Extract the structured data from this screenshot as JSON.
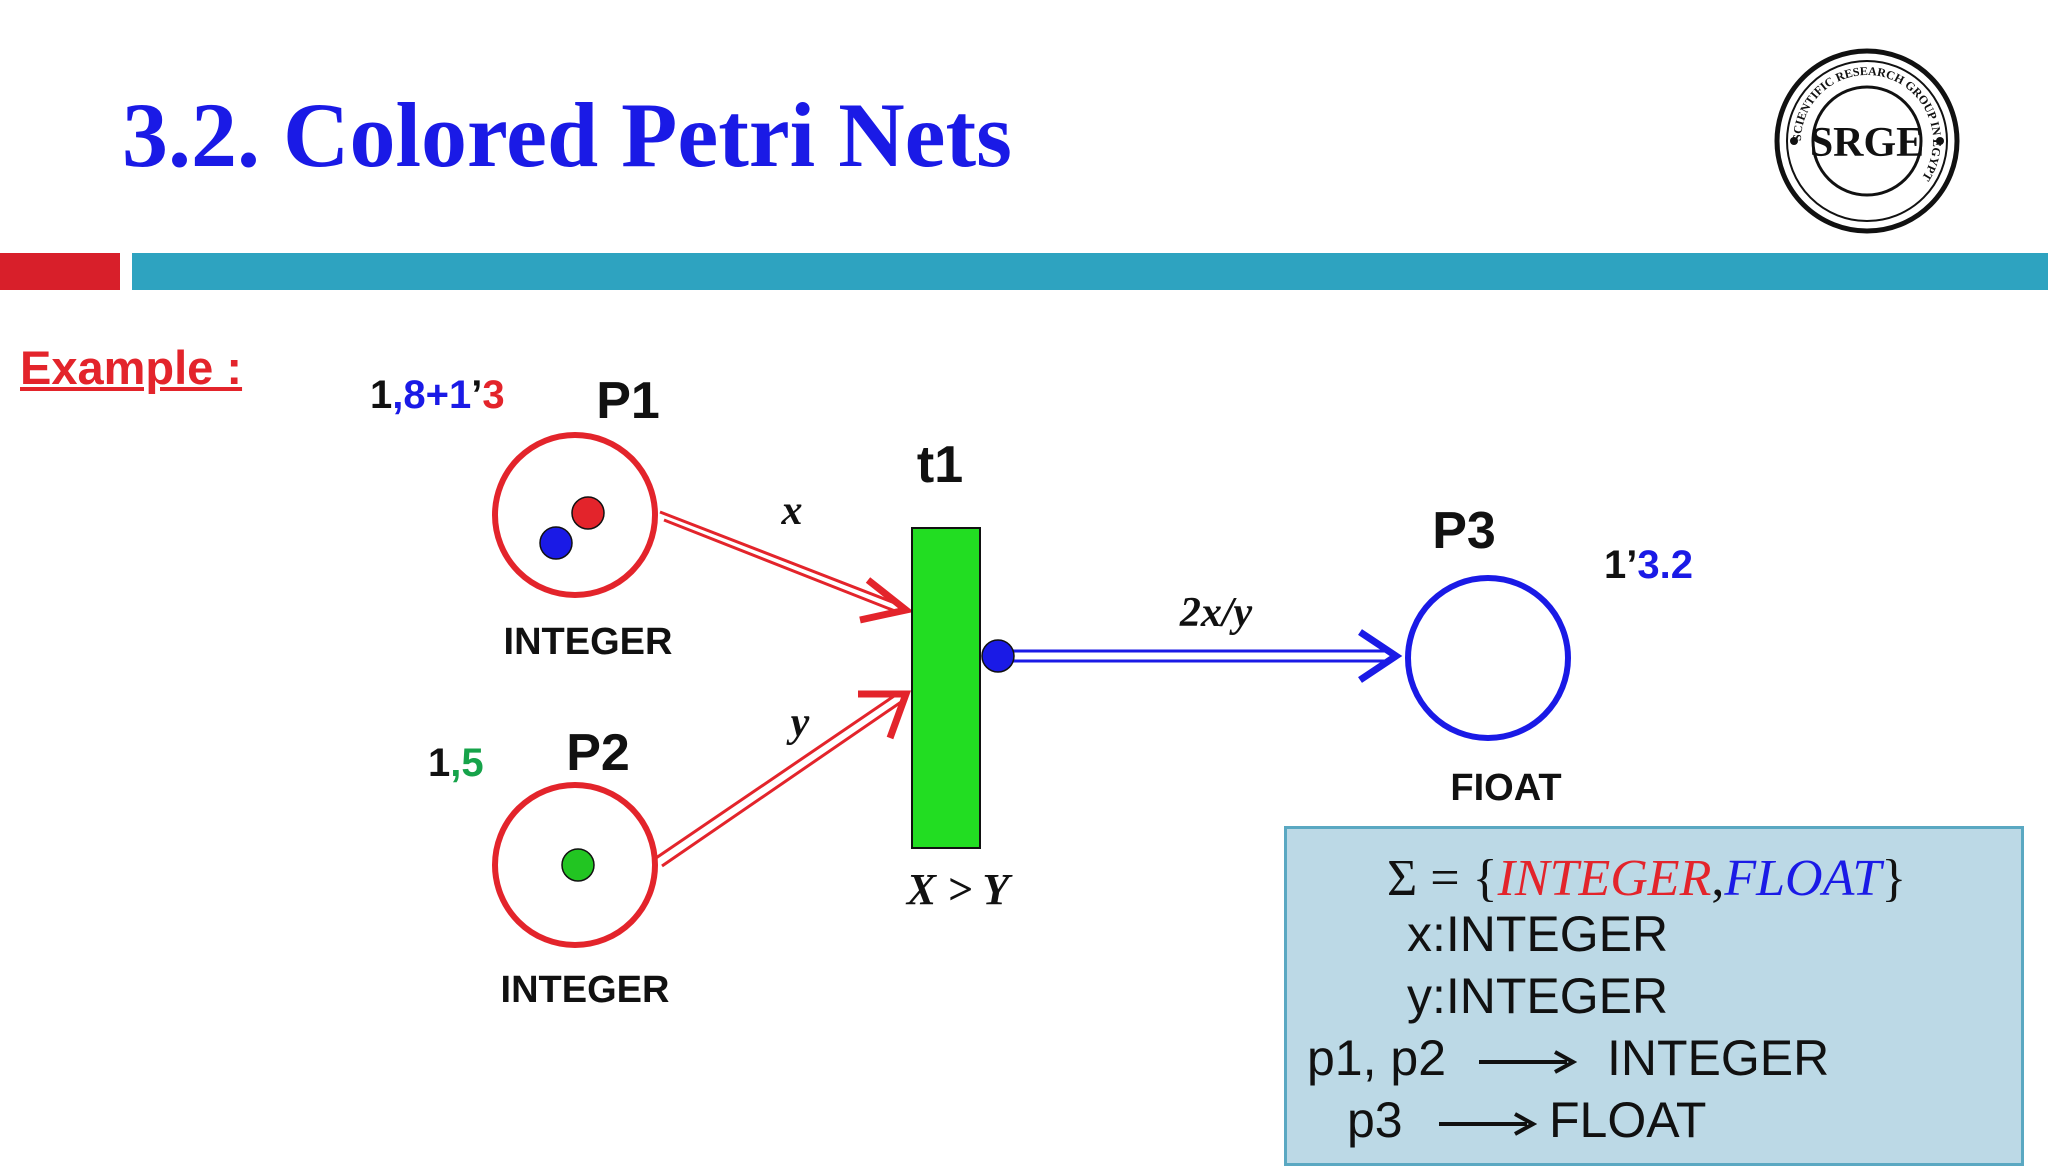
{
  "slide": {
    "title": "3.2. Colored Petri Nets",
    "logo_text": "SRGE",
    "logo_ring_text": "SCIENTIFIC RESEARCH GROUP IN EGYPT",
    "example_label": "Example :"
  },
  "petri_net": {
    "places": [
      {
        "id": "P1",
        "label": "P1",
        "type_label": "INTEGER",
        "marking": [
          {
            "text": "1",
            "color": "#111111"
          },
          {
            "text": ",8+1",
            "color": "#1a1ae6"
          },
          {
            "text": "’",
            "color": "#111111"
          },
          {
            "text": "3",
            "color": "#e3242b"
          }
        ],
        "tokens": [
          "#e3242b",
          "#1a1ae6"
        ]
      },
      {
        "id": "P2",
        "label": "P2",
        "type_label": "INTEGER",
        "marking": [
          {
            "text": "1",
            "color": "#111111"
          },
          {
            "text": ",5",
            "color": "#16a34a"
          }
        ],
        "tokens": [
          "#22c522"
        ]
      },
      {
        "id": "P3",
        "label": "P3",
        "type_label": "FIOAT",
        "marking": [
          {
            "text": "1’",
            "color": "#111111"
          },
          {
            "text": "3.2",
            "color": "#1a1ae6"
          }
        ],
        "tokens": []
      }
    ],
    "transition": {
      "label": "t1",
      "guard": "X > Y",
      "color": "#22dd22"
    },
    "arcs": [
      {
        "from": "P1",
        "to": "t1",
        "label": "x",
        "color": "#e3242b"
      },
      {
        "from": "P2",
        "to": "t1",
        "label": "y",
        "color": "#e3242b"
      },
      {
        "from": "t1",
        "to": "P3",
        "label": "2x/y",
        "color": "#1a1ae6"
      }
    ]
  },
  "declarations": {
    "sigma": {
      "prefix": "Σ = {",
      "type1": "INTEGER",
      "sep": ",",
      "type2": "FLOAT",
      "suffix": "}"
    },
    "lines": [
      {
        "text": "x:INTEGER"
      },
      {
        "text": "y:INTEGER"
      },
      {
        "left": "p1, p2",
        "right": "INTEGER"
      },
      {
        "left": "p3",
        "right": "FLOAT"
      }
    ]
  }
}
